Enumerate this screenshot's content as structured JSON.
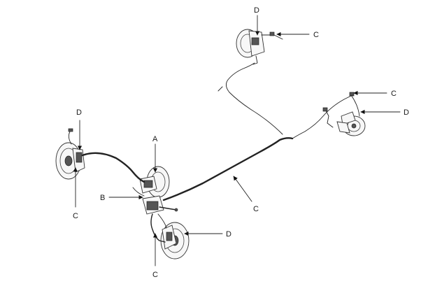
{
  "callouts": {
    "a": "A",
    "b": "B",
    "c_left_bottom": "C",
    "c_front_bottom": "C",
    "c_main_line": "C",
    "c_top_right": "C",
    "c_right_upper": "C",
    "d_left": "D",
    "d_top": "D",
    "d_right": "D",
    "d_front": "D"
  }
}
